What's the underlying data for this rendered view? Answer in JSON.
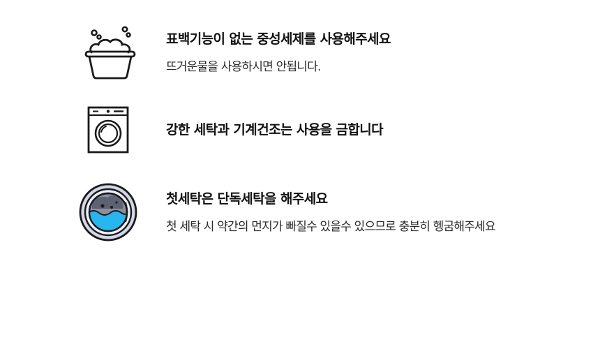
{
  "care_instructions": [
    {
      "icon": "wash-basin-icon",
      "title": "표백기능이 없는 중성세제를 사용해주세요",
      "description": "뜨거운물을 사용하시면 안됩니다."
    },
    {
      "icon": "washing-machine-icon",
      "title": "강한 세탁과 기계건조는 사용을 금합니다",
      "description": ""
    },
    {
      "icon": "washer-drum-icon",
      "title": "첫세탁은 단독세탁을 해주세요",
      "description": "첫 세탁 시 약간의 먼지가 빠질수 있을수 있으므로 충분히 헹굼해주세요"
    }
  ],
  "colors": {
    "icon_stroke": "#1a1a1a",
    "drum_rim": "#d3d6e6",
    "drum_inner": "#8b8fa1",
    "water": "#27b6ef",
    "clothes": "#5f6272"
  }
}
